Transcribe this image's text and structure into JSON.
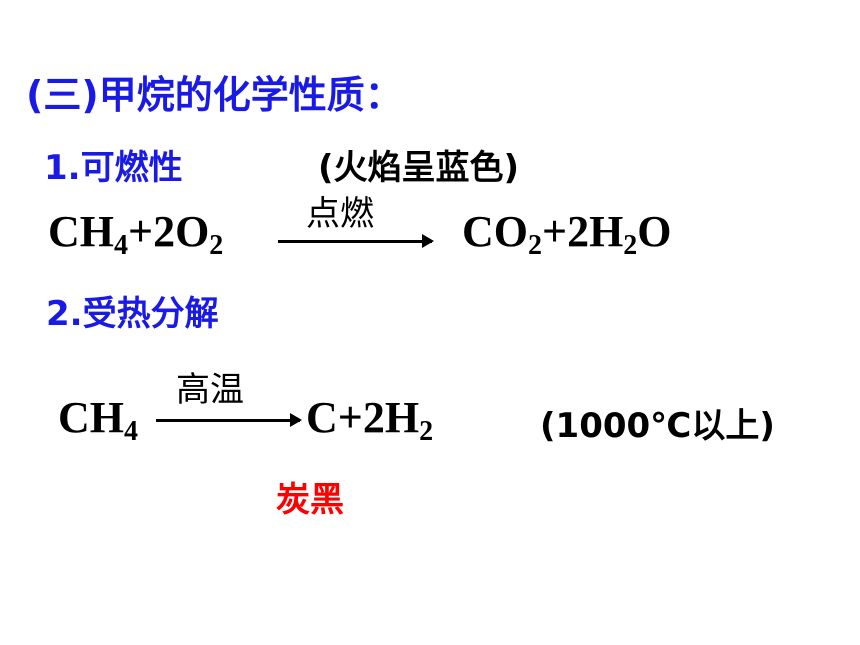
{
  "section_title": "(三)甲烷的化学性质：",
  "property1": {
    "label": "1.可燃性",
    "note": "(火焰呈蓝色)",
    "reactants": {
      "c": "CH",
      "s1": "4",
      "plus": "+2O",
      "s2": "2"
    },
    "condition": "点燃",
    "products": {
      "c": "CO",
      "s1": "2",
      "plus": "+2H",
      "s2": "2",
      "tail": "O"
    }
  },
  "property2": {
    "label": "2.受热分解",
    "reactants": {
      "c": "CH",
      "s1": "4"
    },
    "condition": "高温",
    "products": {
      "c": "C+2H",
      "s1": "2"
    },
    "temperature_note": "(1000℃以上)",
    "product_name": "炭黑"
  },
  "colors": {
    "heading": "#1a1ae6",
    "formula": "#000000",
    "highlight": "#ff0000"
  }
}
